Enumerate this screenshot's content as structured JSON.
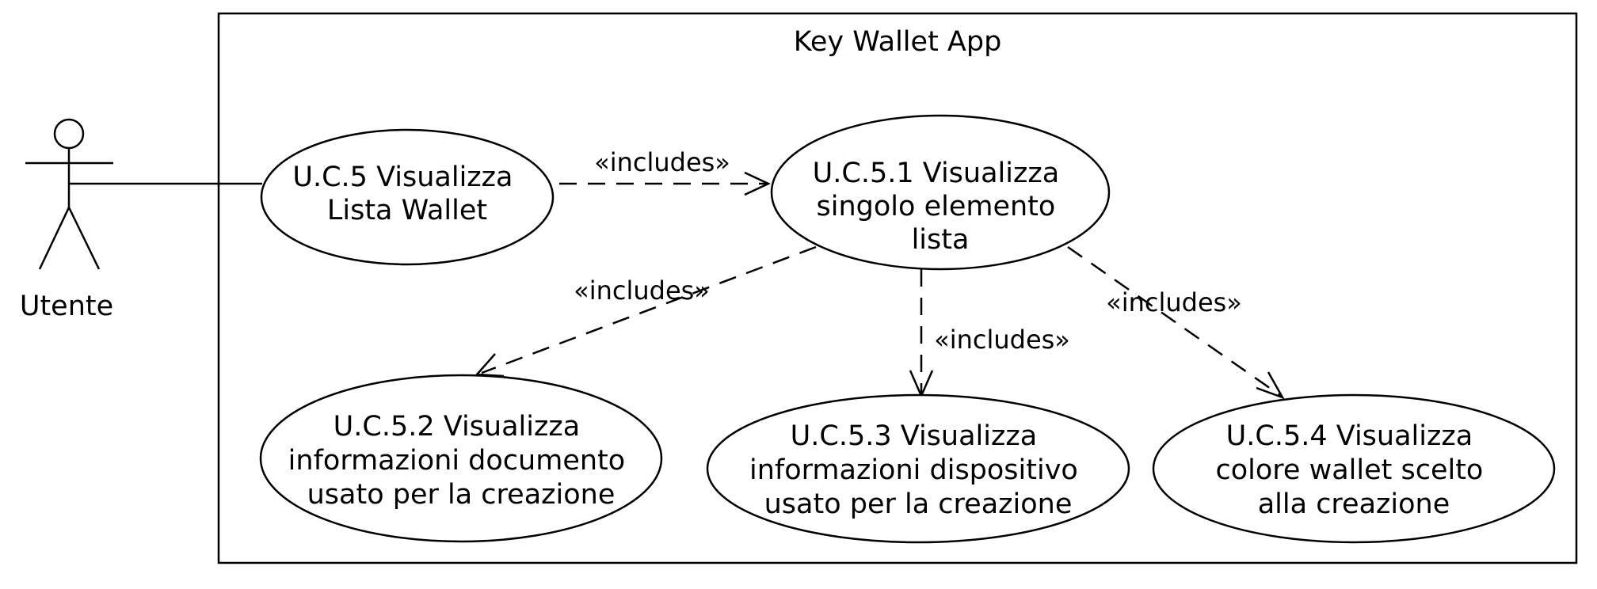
{
  "system": {
    "title": "Key Wallet App"
  },
  "actor": {
    "name": "Utente"
  },
  "use_cases": {
    "uc5": {
      "lines": [
        "U.C.5 Visualizza",
        "Lista Wallet"
      ]
    },
    "uc51": {
      "lines": [
        "U.C.5.1 Visualizza",
        "singolo elemento",
        "lista"
      ]
    },
    "uc52": {
      "lines": [
        "U.C.5.2 Visualizza",
        "informazioni documento",
        "usato per la creazione"
      ]
    },
    "uc53": {
      "lines": [
        "U.C.5.3 Visualizza",
        "informazioni dispositivo",
        "usato per la creazione"
      ]
    },
    "uc54": {
      "lines": [
        "U.C.5.4 Visualizza",
        "colore wallet scelto",
        "alla creazione"
      ]
    }
  },
  "relations": {
    "uc5_uc51": "«includes»",
    "uc51_uc52": "«includes»",
    "uc51_uc53": "«includes»",
    "uc51_uc54": "«includes»"
  }
}
